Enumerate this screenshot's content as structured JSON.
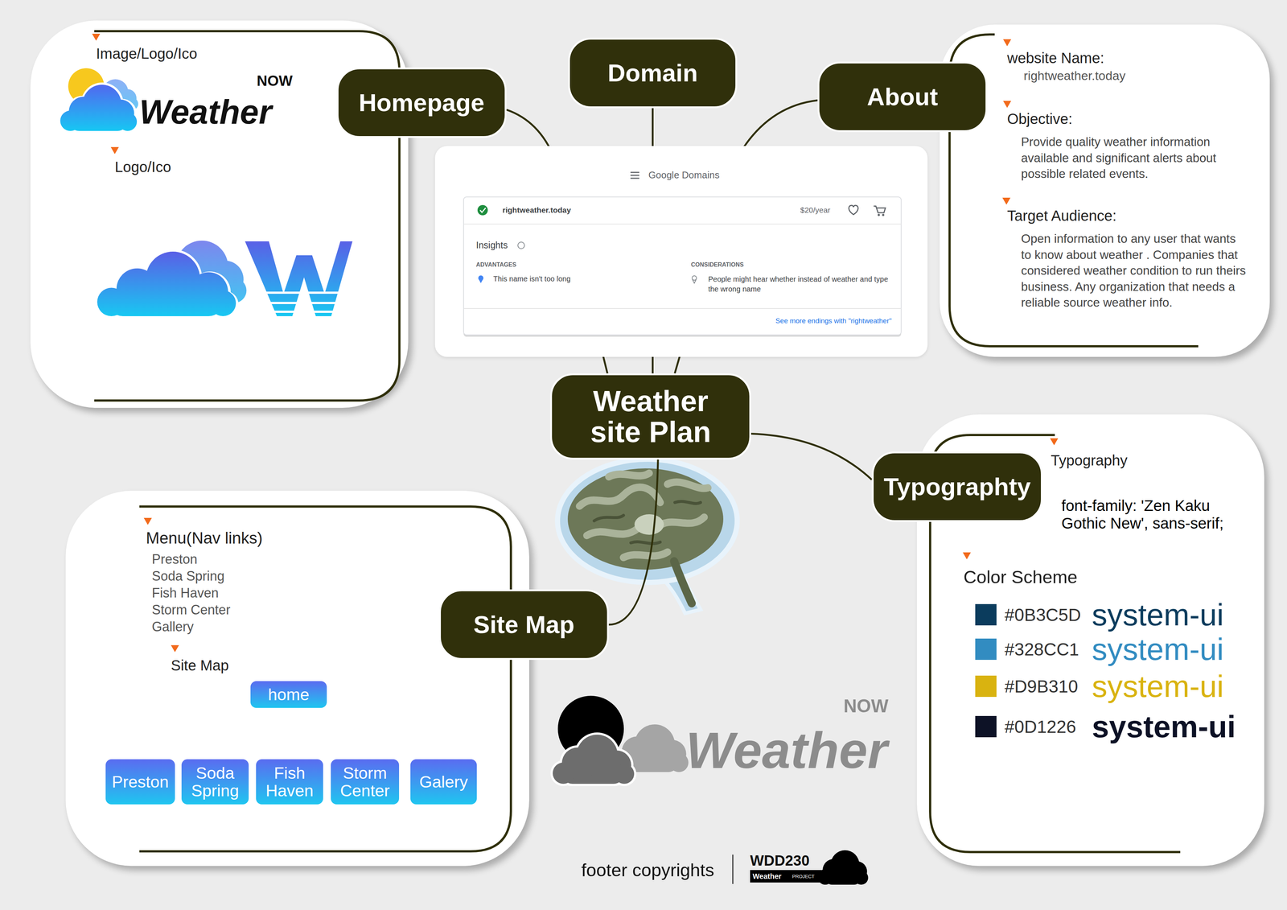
{
  "diagram": {
    "nodes": [
      {
        "text": [
          "Image/Logo/Ico",
          "Logo/Ico"
        ]
      },
      {
        "text": [
          "Homepage"
        ]
      },
      {
        "text": [
          "Domain"
        ]
      },
      {
        "text": [
          "About"
        ]
      },
      {
        "text": [
          "website Name:",
          "rightweather.today",
          "Objective:",
          "Provide quality weather information available and significant alerts about possible related events.",
          "Target Audience:",
          "Open information to any user that wants to know about weather . Companies that considered weather condition to run theirs business. Any organization that needs a reliable source weather info."
        ]
      },
      {
        "text": [
          "Google Domains",
          "rightweather.today",
          "$20/year",
          "Insights",
          "ADVANTAGES",
          "This name isn't too long",
          "CONSIDERATIONS",
          "People might hear whether instead of weather and type the wrong name",
          "See more endings with \"rightweather\""
        ]
      },
      {
        "text": [
          "Weather site Plan"
        ]
      },
      {
        "text": [
          "Typographty"
        ]
      },
      {
        "text": [
          "Typography",
          "font-family: 'Zen Kaku Gothic New', sans-serif;",
          "Color Scheme"
        ]
      },
      {
        "text": [
          "Menu(Nav links)",
          "Preston",
          "Soda Spring",
          "Fish Haven",
          "Storm Center",
          "Gallery",
          "Site Map"
        ]
      },
      {
        "text": [
          "Site Map"
        ]
      },
      {
        "text": [
          "home"
        ],
        "in": 9
      },
      {
        "text": [
          "Preston"
        ],
        "in": 9
      },
      {
        "text": [
          "Soda Spring"
        ],
        "in": 9
      },
      {
        "text": [
          "Fish Haven"
        ],
        "in": 9
      },
      {
        "text": [
          "Storm Center"
        ],
        "in": 9
      },
      {
        "text": [
          "Galery"
        ],
        "in": 9
      }
    ],
    "edges": [
      {
        "from": 6,
        "to": 1,
        "arrow": "none"
      },
      {
        "from": 6,
        "to": 2,
        "arrow": "none"
      },
      {
        "from": 6,
        "to": 3,
        "arrow": "none"
      },
      {
        "from": 6,
        "to": 7,
        "arrow": "none"
      },
      {
        "from": 6,
        "to": 10,
        "arrow": "none"
      },
      {
        "from": 11,
        "to": 12,
        "arrow": "none"
      },
      {
        "from": 11,
        "to": 13,
        "arrow": "none"
      },
      {
        "from": 11,
        "to": 14,
        "arrow": "none"
      },
      {
        "from": 11,
        "to": 15,
        "arrow": "none"
      },
      {
        "from": 11,
        "to": 16,
        "arrow": "none"
      }
    ],
    "labels": [
      "Weather",
      "NOW",
      "system-ui",
      "system-ui",
      "system-ui",
      "system-ui",
      "Weather",
      "NOW",
      "footer copyrights",
      "WDD230",
      "Weather",
      "PROJECT"
    ],
    "legend": [
      {
        "text": "#0B3C5D",
        "color": "#0B3C5D"
      },
      {
        "text": "#328CC1",
        "color": "#328CC1"
      },
      {
        "text": "#D9B310",
        "color": "#D9B310"
      },
      {
        "text": "#0D1226",
        "color": "#0D1226"
      }
    ]
  }
}
